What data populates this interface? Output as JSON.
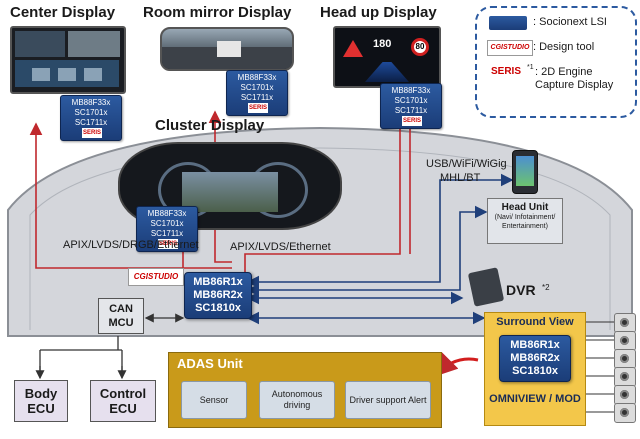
{
  "titles": {
    "center_display": "Center Display",
    "room_mirror_display": "Room mirror Display",
    "head_up_display": "Head up Display",
    "cluster_display": "Cluster Display"
  },
  "lsi_chips": {
    "center": [
      "MB88F33x",
      "SC1701x",
      "SC1711x"
    ],
    "room_mirror": [
      "MB88F33x",
      "SC1701x",
      "SC1711x"
    ],
    "head_up": [
      "MB88F33x",
      "SC1701x",
      "SC1711x"
    ],
    "cluster": [
      "MB88F33x",
      "SC1701x",
      "SC1711x"
    ],
    "main": [
      "MB86R1x",
      "MB86R2x",
      "SC1810x"
    ],
    "surround": [
      "MB86R1x",
      "MB86R2x",
      "SC1810x"
    ]
  },
  "legend": {
    "socionext_lsi": ": Socionext LSI",
    "design_tool": ": Design tool",
    "engine_capture": ": 2D Engine Capture Display",
    "engine_capture_ref": "*1",
    "cgistudio_logo": "CGISTUDIO",
    "seris_logo": "SERIS"
  },
  "links": {
    "apix_lvds_drgb": "APIX/LVDS/DRGB/Ethernet",
    "apix_lvds": "APIX/LVDS/Ethernet",
    "usb_wifi": "USB/WiFi/WiGig",
    "mhl_bt": "MHL/BT"
  },
  "head_unit": {
    "title": "Head Unit",
    "subtitle": "(Navi/ Infotainment/ Entertainment)"
  },
  "dvr": {
    "label": "DVR",
    "ref": "*2"
  },
  "can_mcu": "CAN MCU",
  "body_ecu": "Body ECU",
  "control_ecu": "Control ECU",
  "adas": {
    "title": "ADAS Unit",
    "sensor": "Sensor",
    "autonomous": "Autonomous driving",
    "driver_alert": "Driver support Alert"
  },
  "surround": {
    "title": "Surround View",
    "footer": "OMNIVIEW / MOD"
  },
  "hud_speed": "180",
  "hud_limit": "80",
  "colors": {
    "red_line": "#c0282d",
    "blue_line": "#1f3f7a",
    "lsi_blue": "#244e90",
    "adas_bg": "#c99a1a",
    "surround_bg": "#f3c74a"
  }
}
